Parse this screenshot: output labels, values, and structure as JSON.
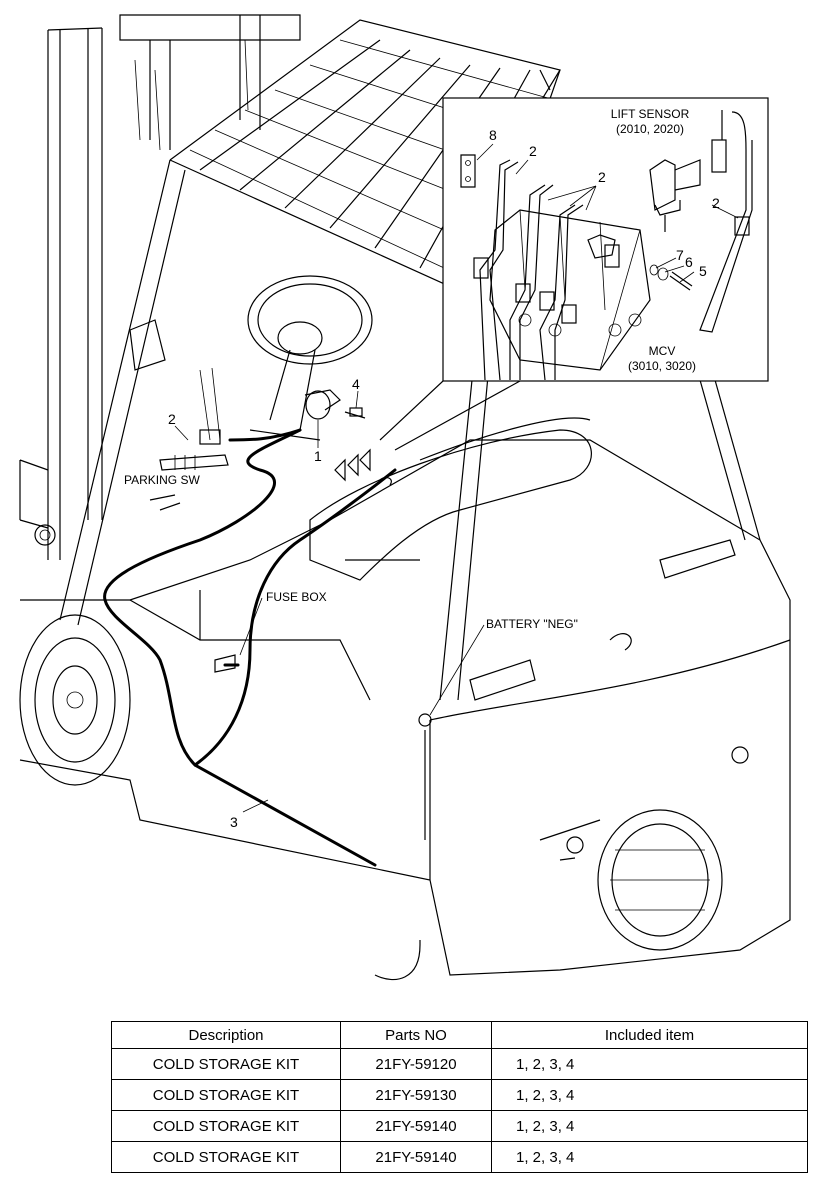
{
  "diagram": {
    "labels": {
      "lift_sensor": "LIFT SENSOR",
      "lift_sensor_models": "(2010, 2020)",
      "mcv": "MCV",
      "mcv_models": "(3010, 3020)",
      "parking_sw": "PARKING SW",
      "fuse_box": "FUSE BOX",
      "battery_neg": "BATTERY \"NEG\"",
      "callout_1": "1",
      "callout_2": "2",
      "callout_3": "3",
      "callout_4": "4",
      "callout_5": "5",
      "callout_6": "6",
      "callout_7": "7",
      "callout_8": "8"
    }
  },
  "table": {
    "headers": [
      "Description",
      "Parts NO",
      "Included item"
    ],
    "rows": [
      [
        "COLD STORAGE KIT",
        "21FY-59120",
        "1, 2, 3, 4"
      ],
      [
        "COLD STORAGE KIT",
        "21FY-59130",
        "1, 2, 3, 4"
      ],
      [
        "COLD STORAGE KIT",
        "21FY-59140",
        "1, 2, 3, 4"
      ],
      [
        "COLD STORAGE KIT",
        "21FY-59140",
        "1, 2, 3, 4"
      ]
    ]
  }
}
